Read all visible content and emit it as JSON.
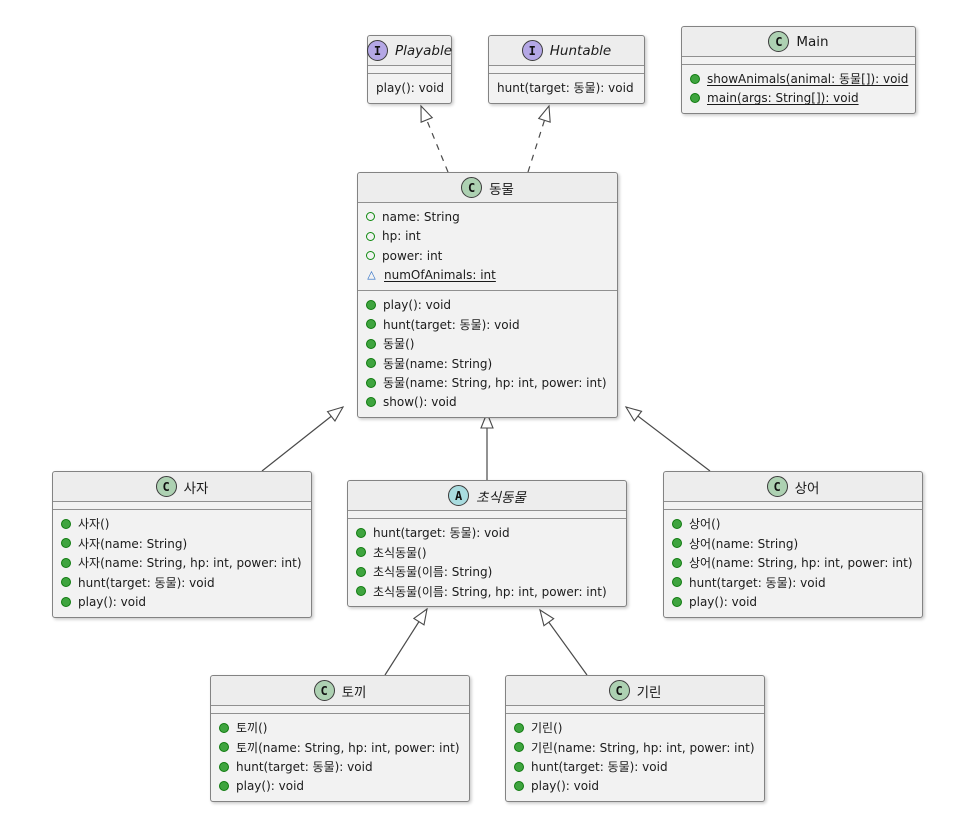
{
  "diagram_title": "",
  "colors": {
    "class_badge": "#ADD1B2",
    "interface_badge": "#B4A7E5",
    "abstract_badge": "#A9DCDF",
    "box_fill": "#F2F2F2",
    "header_fill": "#EDEDED",
    "box_border": "#838383",
    "public_method_icon": "#3FA43F",
    "public_field_icon": "#0F8A0F",
    "package_static_field_icon": "#2368C4",
    "edge": "#4A4A4A"
  },
  "classes": {
    "playable": {
      "badge": "I",
      "name": "Playable",
      "stereotype": "interface",
      "members": [
        {
          "icon": "none",
          "text": "play(): void"
        }
      ]
    },
    "huntable": {
      "badge": "I",
      "name": "Huntable",
      "stereotype": "interface",
      "members": [
        {
          "icon": "none",
          "text": "hunt(target: 동물): void"
        }
      ]
    },
    "main": {
      "badge": "C",
      "name": "Main",
      "stereotype": "class",
      "members": [
        {
          "icon": "green-dot",
          "icon_name": "public-static-method-icon",
          "text": "showAnimals(animal: 동물[]): void",
          "underline": true
        },
        {
          "icon": "green-dot",
          "icon_name": "public-static-method-icon",
          "text": "main(args: String[]): void",
          "underline": true
        }
      ]
    },
    "animal": {
      "badge": "C",
      "name": "동물",
      "stereotype": "class",
      "fields": [
        {
          "icon": "green-ring",
          "icon_name": "public-field-icon",
          "text": "name: String"
        },
        {
          "icon": "green-ring",
          "icon_name": "public-field-icon",
          "text": "hp: int"
        },
        {
          "icon": "green-ring",
          "icon_name": "public-field-icon",
          "text": "power: int"
        },
        {
          "icon": "blue-triangle",
          "icon_name": "package-private-static-field-icon",
          "text": "numOfAnimals: int",
          "underline": true
        }
      ],
      "members": [
        {
          "icon": "green-dot",
          "icon_name": "public-method-icon",
          "text": "play(): void"
        },
        {
          "icon": "green-dot",
          "icon_name": "public-method-icon",
          "text": "hunt(target: 동물): void"
        },
        {
          "icon": "green-dot",
          "icon_name": "public-method-icon",
          "text": "동물()"
        },
        {
          "icon": "green-dot",
          "icon_name": "public-method-icon",
          "text": "동물(name: String)"
        },
        {
          "icon": "green-dot",
          "icon_name": "public-method-icon",
          "text": "동물(name: String, hp: int, power: int)"
        },
        {
          "icon": "green-dot",
          "icon_name": "public-method-icon",
          "text": "show(): void"
        }
      ]
    },
    "lion": {
      "badge": "C",
      "name": "사자",
      "stereotype": "class",
      "members": [
        {
          "icon": "green-dot",
          "icon_name": "public-method-icon",
          "text": "사자()"
        },
        {
          "icon": "green-dot",
          "icon_name": "public-method-icon",
          "text": "사자(name: String)"
        },
        {
          "icon": "green-dot",
          "icon_name": "public-method-icon",
          "text": "사자(name: String, hp: int, power: int)"
        },
        {
          "icon": "green-dot",
          "icon_name": "public-method-icon",
          "text": "hunt(target: 동물): void"
        },
        {
          "icon": "green-dot",
          "icon_name": "public-method-icon",
          "text": "play(): void"
        }
      ]
    },
    "herbivore": {
      "badge": "A",
      "name": "초식동물",
      "stereotype": "abstract",
      "members": [
        {
          "icon": "green-dot",
          "icon_name": "public-method-icon",
          "text": "hunt(target: 동물): void"
        },
        {
          "icon": "green-dot",
          "icon_name": "public-method-icon",
          "text": "초식동물()"
        },
        {
          "icon": "green-dot",
          "icon_name": "public-method-icon",
          "text": "초식동물(이름: String)"
        },
        {
          "icon": "green-dot",
          "icon_name": "public-method-icon",
          "text": "초식동물(이름: String, hp: int, power: int)"
        }
      ]
    },
    "shark": {
      "badge": "C",
      "name": "상어",
      "stereotype": "class",
      "members": [
        {
          "icon": "green-dot",
          "icon_name": "public-method-icon",
          "text": "상어()"
        },
        {
          "icon": "green-dot",
          "icon_name": "public-method-icon",
          "text": "상어(name: String)"
        },
        {
          "icon": "green-dot",
          "icon_name": "public-method-icon",
          "text": "상어(name: String, hp: int, power: int)"
        },
        {
          "icon": "green-dot",
          "icon_name": "public-method-icon",
          "text": "hunt(target: 동물): void"
        },
        {
          "icon": "green-dot",
          "icon_name": "public-method-icon",
          "text": "play(): void"
        }
      ]
    },
    "rabbit": {
      "badge": "C",
      "name": "토끼",
      "stereotype": "class",
      "members": [
        {
          "icon": "green-dot",
          "icon_name": "public-method-icon",
          "text": "토끼()"
        },
        {
          "icon": "green-dot",
          "icon_name": "public-method-icon",
          "text": "토끼(name: String, hp: int, power: int)"
        },
        {
          "icon": "green-dot",
          "icon_name": "public-method-icon",
          "text": "hunt(target: 동물): void"
        },
        {
          "icon": "green-dot",
          "icon_name": "public-method-icon",
          "text": "play(): void"
        }
      ]
    },
    "giraffe": {
      "badge": "C",
      "name": "기린",
      "stereotype": "class",
      "members": [
        {
          "icon": "green-dot",
          "icon_name": "public-method-icon",
          "text": "기린()"
        },
        {
          "icon": "green-dot",
          "icon_name": "public-method-icon",
          "text": "기린(name: String, hp: int, power: int)"
        },
        {
          "icon": "green-dot",
          "icon_name": "public-method-icon",
          "text": "hunt(target: 동물): void"
        },
        {
          "icon": "green-dot",
          "icon_name": "public-method-icon",
          "text": "play(): void"
        }
      ]
    }
  },
  "edges": [
    {
      "from": "동물",
      "to": "Playable",
      "type": "realization"
    },
    {
      "from": "동물",
      "to": "Huntable",
      "type": "realization"
    },
    {
      "from": "사자",
      "to": "동물",
      "type": "extension"
    },
    {
      "from": "초식동물",
      "to": "동물",
      "type": "extension"
    },
    {
      "from": "상어",
      "to": "동물",
      "type": "extension"
    },
    {
      "from": "토끼",
      "to": "초식동물",
      "type": "extension"
    },
    {
      "from": "기린",
      "to": "초식동물",
      "type": "extension"
    }
  ]
}
